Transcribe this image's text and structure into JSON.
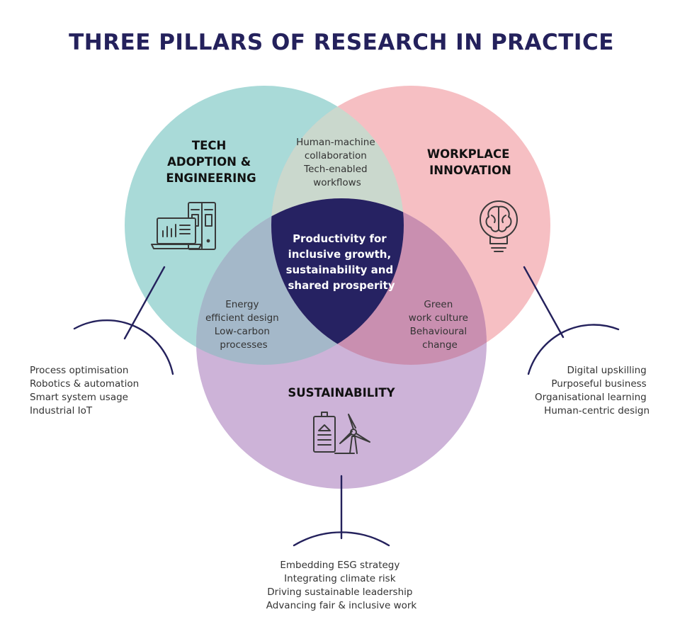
{
  "title": "THREE PILLARS OF RESEARCH IN PRACTICE",
  "pillars": {
    "tech": {
      "label": [
        "TECH",
        "ADOPTION &",
        "ENGINEERING"
      ],
      "icon": "laptop-and-server-icon",
      "items": [
        "Process optimisation",
        "Robotics & automation",
        "Smart system usage",
        "Industrial IoT"
      ]
    },
    "workplace": {
      "label": [
        "WORKPLACE",
        "INNOVATION"
      ],
      "icon": "brain-lightbulb-icon",
      "items": [
        "Digital upskilling",
        "Purposeful business",
        "Organisational learning",
        "Human-centric design"
      ]
    },
    "sustainability": {
      "label": [
        "SUSTAINABILITY"
      ],
      "icon": "battery-and-wind-turbine-icon",
      "items": [
        "Embedding ESG strategy",
        "Integrating climate risk",
        "Driving sustainable leadership",
        "Advancing fair & inclusive work"
      ]
    }
  },
  "overlaps": {
    "tech_workplace": [
      "Human-machine",
      "collaboration",
      "Tech-enabled",
      "workflows"
    ],
    "tech_sustainability": [
      "Energy",
      "efficient design",
      "Low-carbon",
      "processes"
    ],
    "workplace_sustainability": [
      "Green",
      "work culture",
      "Behavioural",
      "change"
    ]
  },
  "center": [
    "Productivity for",
    "inclusive growth,",
    "sustainability and",
    "shared prosperity"
  ],
  "colors": {
    "tech_circle": "#a9dad8",
    "workplace_circle": "#f6bfc3",
    "sustainability_circle": "#cdb3d8",
    "tech_workplace_overlap": "#cad8cd",
    "tech_sustainability_overlap": "#a4b8c9",
    "workplace_sustainability_overlap": "#c98fb0",
    "center": "#262262",
    "title": "#24215c",
    "connector": "#24215c"
  }
}
